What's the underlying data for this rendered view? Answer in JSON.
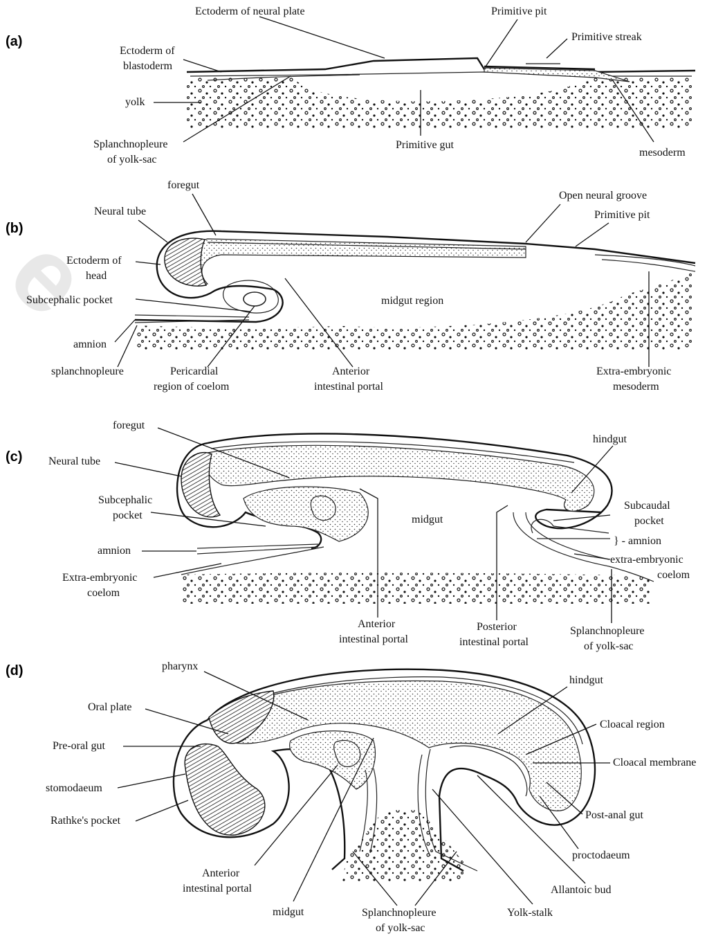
{
  "panels": {
    "a": {
      "letter": "(a)",
      "labels": {
        "ectoderm_neural_plate": "Ectoderm of neural plate",
        "primitive_pit": "Primitive pit",
        "primitive_streak": "Primitive streak",
        "ectoderm_blastoderm_1": "Ectoderm of",
        "ectoderm_blastoderm_2": "blastoderm",
        "yolk": "yolk",
        "splanchnopleure_1": "Splanchnopleure",
        "splanchnopleure_2": "of yolk-sac",
        "primitive_gut": "Primitive gut",
        "mesoderm": "mesoderm"
      }
    },
    "b": {
      "letter": "(b)",
      "labels": {
        "foregut": "foregut",
        "neural_tube": "Neural tube",
        "open_neural_groove": "Open neural groove",
        "primitive_pit": "Primitive pit",
        "ectoderm_head_1": "Ectoderm of",
        "ectoderm_head_2": "head",
        "subcephalic_pocket": "Subcephalic pocket",
        "midgut_region": "midgut region",
        "amnion": "amnion",
        "splanchnopleure": "splanchnopleure",
        "pericardial_1": "Pericardial",
        "pericardial_2": "region of coelom",
        "anterior_portal_1": "Anterior",
        "anterior_portal_2": "intestinal portal",
        "extra_mesoderm_1": "Extra-embryonic",
        "extra_mesoderm_2": "mesoderm"
      }
    },
    "c": {
      "letter": "(c)",
      "labels": {
        "foregut": "foregut",
        "hindgut": "hindgut",
        "neural_tube": "Neural tube",
        "subcephalic_1": "Subcephalic",
        "subcephalic_2": "pocket",
        "midgut": "midgut",
        "subcaudal_1": "Subcaudal",
        "subcaudal_2": "pocket",
        "amnion_left": "amnion",
        "amnion_right": "} - amnion",
        "extra_coelom_left_1": "Extra-embryonic",
        "extra_coelom_left_2": "coelom",
        "extra_coelom_right_1": "extra-embryonic",
        "extra_coelom_right_2": "coelom",
        "anterior_portal_1": "Anterior",
        "anterior_portal_2": "intestinal portal",
        "posterior_portal_1": "Posterior",
        "posterior_portal_2": "intestinal portal",
        "splanchnopleure_1": "Splanchnopleure",
        "splanchnopleure_2": "of yolk-sac"
      }
    },
    "d": {
      "letter": "(d)",
      "labels": {
        "pharynx": "pharynx",
        "hindgut": "hindgut",
        "oral_plate": "Oral plate",
        "cloacal_region": "Cloacal region",
        "pre_oral_gut": "Pre-oral gut",
        "cloacal_membrane": "Cloacal membrane",
        "stomodaeum": "stomodaeum",
        "rathkes_pocket": "Rathke's pocket",
        "post_anal_gut": "Post-anal gut",
        "proctodaeum": "proctodaeum",
        "anterior_portal_1": "Anterior",
        "anterior_portal_2": "intestinal portal",
        "allantoic_bud": "Allantoic bud",
        "midgut": "midgut",
        "splanchnopleure_1": "Splanchnopleure",
        "splanchnopleure_2": "of yolk-sac",
        "yolk_stalk": "Yolk-stalk"
      }
    }
  },
  "watermark": "e"
}
